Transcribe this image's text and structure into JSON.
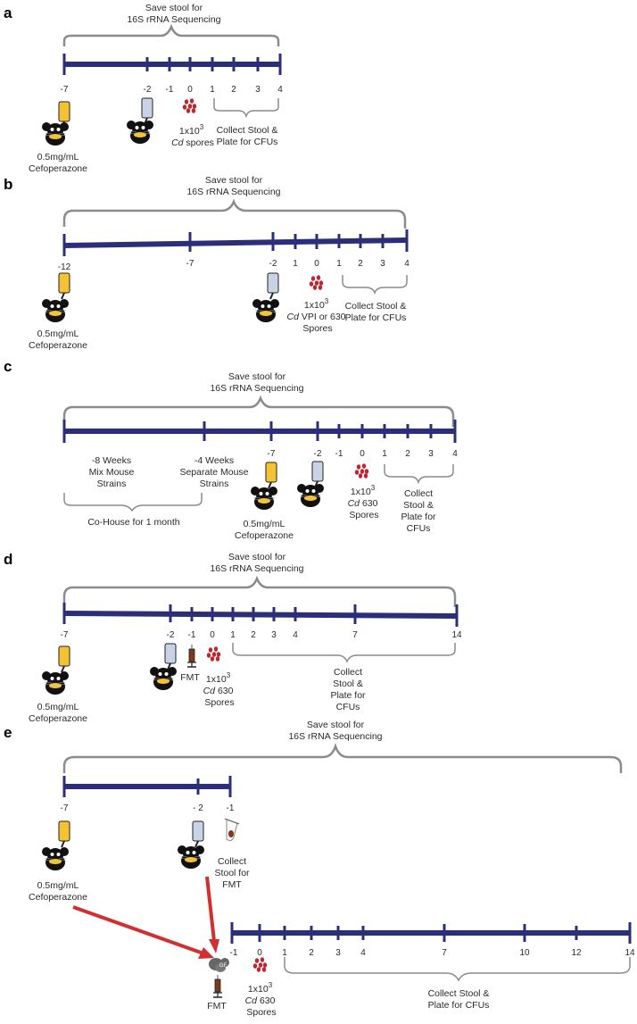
{
  "colors": {
    "timeline": "#2b2f7a",
    "bracket": "#8c8c8c",
    "abx": "#f5c233",
    "vehicle": "#c9d3e6",
    "spore": "#c0262d",
    "arrow": "#d32f2f",
    "mouse": "#111111",
    "germfree": "#666666"
  },
  "panels": {
    "a": {
      "label": "a",
      "bracket_title": [
        "Save stool for",
        "16S rRNA Sequencing"
      ],
      "ticks": [
        "-7",
        "-2",
        "-1",
        "0",
        "1",
        "2",
        "3",
        "4"
      ],
      "abx": "0.5mg/mL Cefoperazone",
      "spores": [
        "1x10",
        "3",
        "Cd",
        " spores"
      ],
      "collect": [
        "Collect Stool &",
        "Plate for CFUs"
      ]
    },
    "b": {
      "label": "b",
      "bracket_title": [
        "Save stool for",
        "16S rRNA Sequencing"
      ],
      "ticks": [
        "-12",
        "-7",
        "-2",
        "1",
        "0",
        "1",
        "2",
        "3",
        "4"
      ],
      "abx": "0.5mg/mL Cefoperazone",
      "spores": [
        "1x10",
        "3",
        "Cd",
        " VPI or 630",
        "Spores"
      ],
      "collect": [
        "Collect Stool &",
        "Plate for CFUs"
      ]
    },
    "c": {
      "label": "c",
      "bracket_title": [
        "Save stool for",
        "16S rRNA Sequencing"
      ],
      "ticks": [
        "-8 Weeks",
        "-4 Weeks",
        "-7",
        "-2",
        "-1",
        "0",
        "1",
        "2",
        "3",
        "4"
      ],
      "week8": [
        "-8 Weeks",
        "Mix Mouse",
        "Strains"
      ],
      "week4": [
        "-4 Weeks",
        "Separate Mouse",
        "Strains"
      ],
      "cohouse": "Co-House for 1 month",
      "abx": "0.5mg/mL Cefoperazone",
      "spores": [
        "1x10",
        "3",
        "Cd",
        " 630",
        "Spores"
      ],
      "collect": [
        "Collect",
        "Stool &",
        "Plate for",
        "CFUs"
      ]
    },
    "d": {
      "label": "d",
      "bracket_title": [
        "Save stool for",
        "16S rRNA Sequencing"
      ],
      "ticks": [
        "-7",
        "-2",
        "-1",
        "0",
        "1",
        "2",
        "3",
        "4",
        "7",
        "14"
      ],
      "fmt": "FMT",
      "abx": "0.5mg/mL Cefoperazone",
      "spores": [
        "1x10",
        "3",
        "Cd",
        " 630",
        "Spores"
      ],
      "collect": [
        "Collect",
        "Stool &",
        "Plate for",
        "CFUs"
      ]
    },
    "e": {
      "label": "e",
      "bracket_title": [
        "Save stool for",
        "16S rRNA Sequencing"
      ],
      "ticks_top": [
        "-7",
        "- 2",
        "-1"
      ],
      "ticks_bottom": [
        "-1",
        "0",
        "1",
        "2",
        "3",
        "4",
        "7",
        "10",
        "12",
        "14"
      ],
      "collect_fmt": [
        "Collect",
        "Stool for",
        "FMT"
      ],
      "gf": "GF",
      "fmt": "FMT",
      "abx": "0.5mg/mL Cefoperazone",
      "spores": [
        "1x10",
        "3",
        "Cd",
        " 630",
        "Spores"
      ],
      "collect": [
        "Collect Stool &",
        "Plate for CFUs"
      ]
    }
  }
}
